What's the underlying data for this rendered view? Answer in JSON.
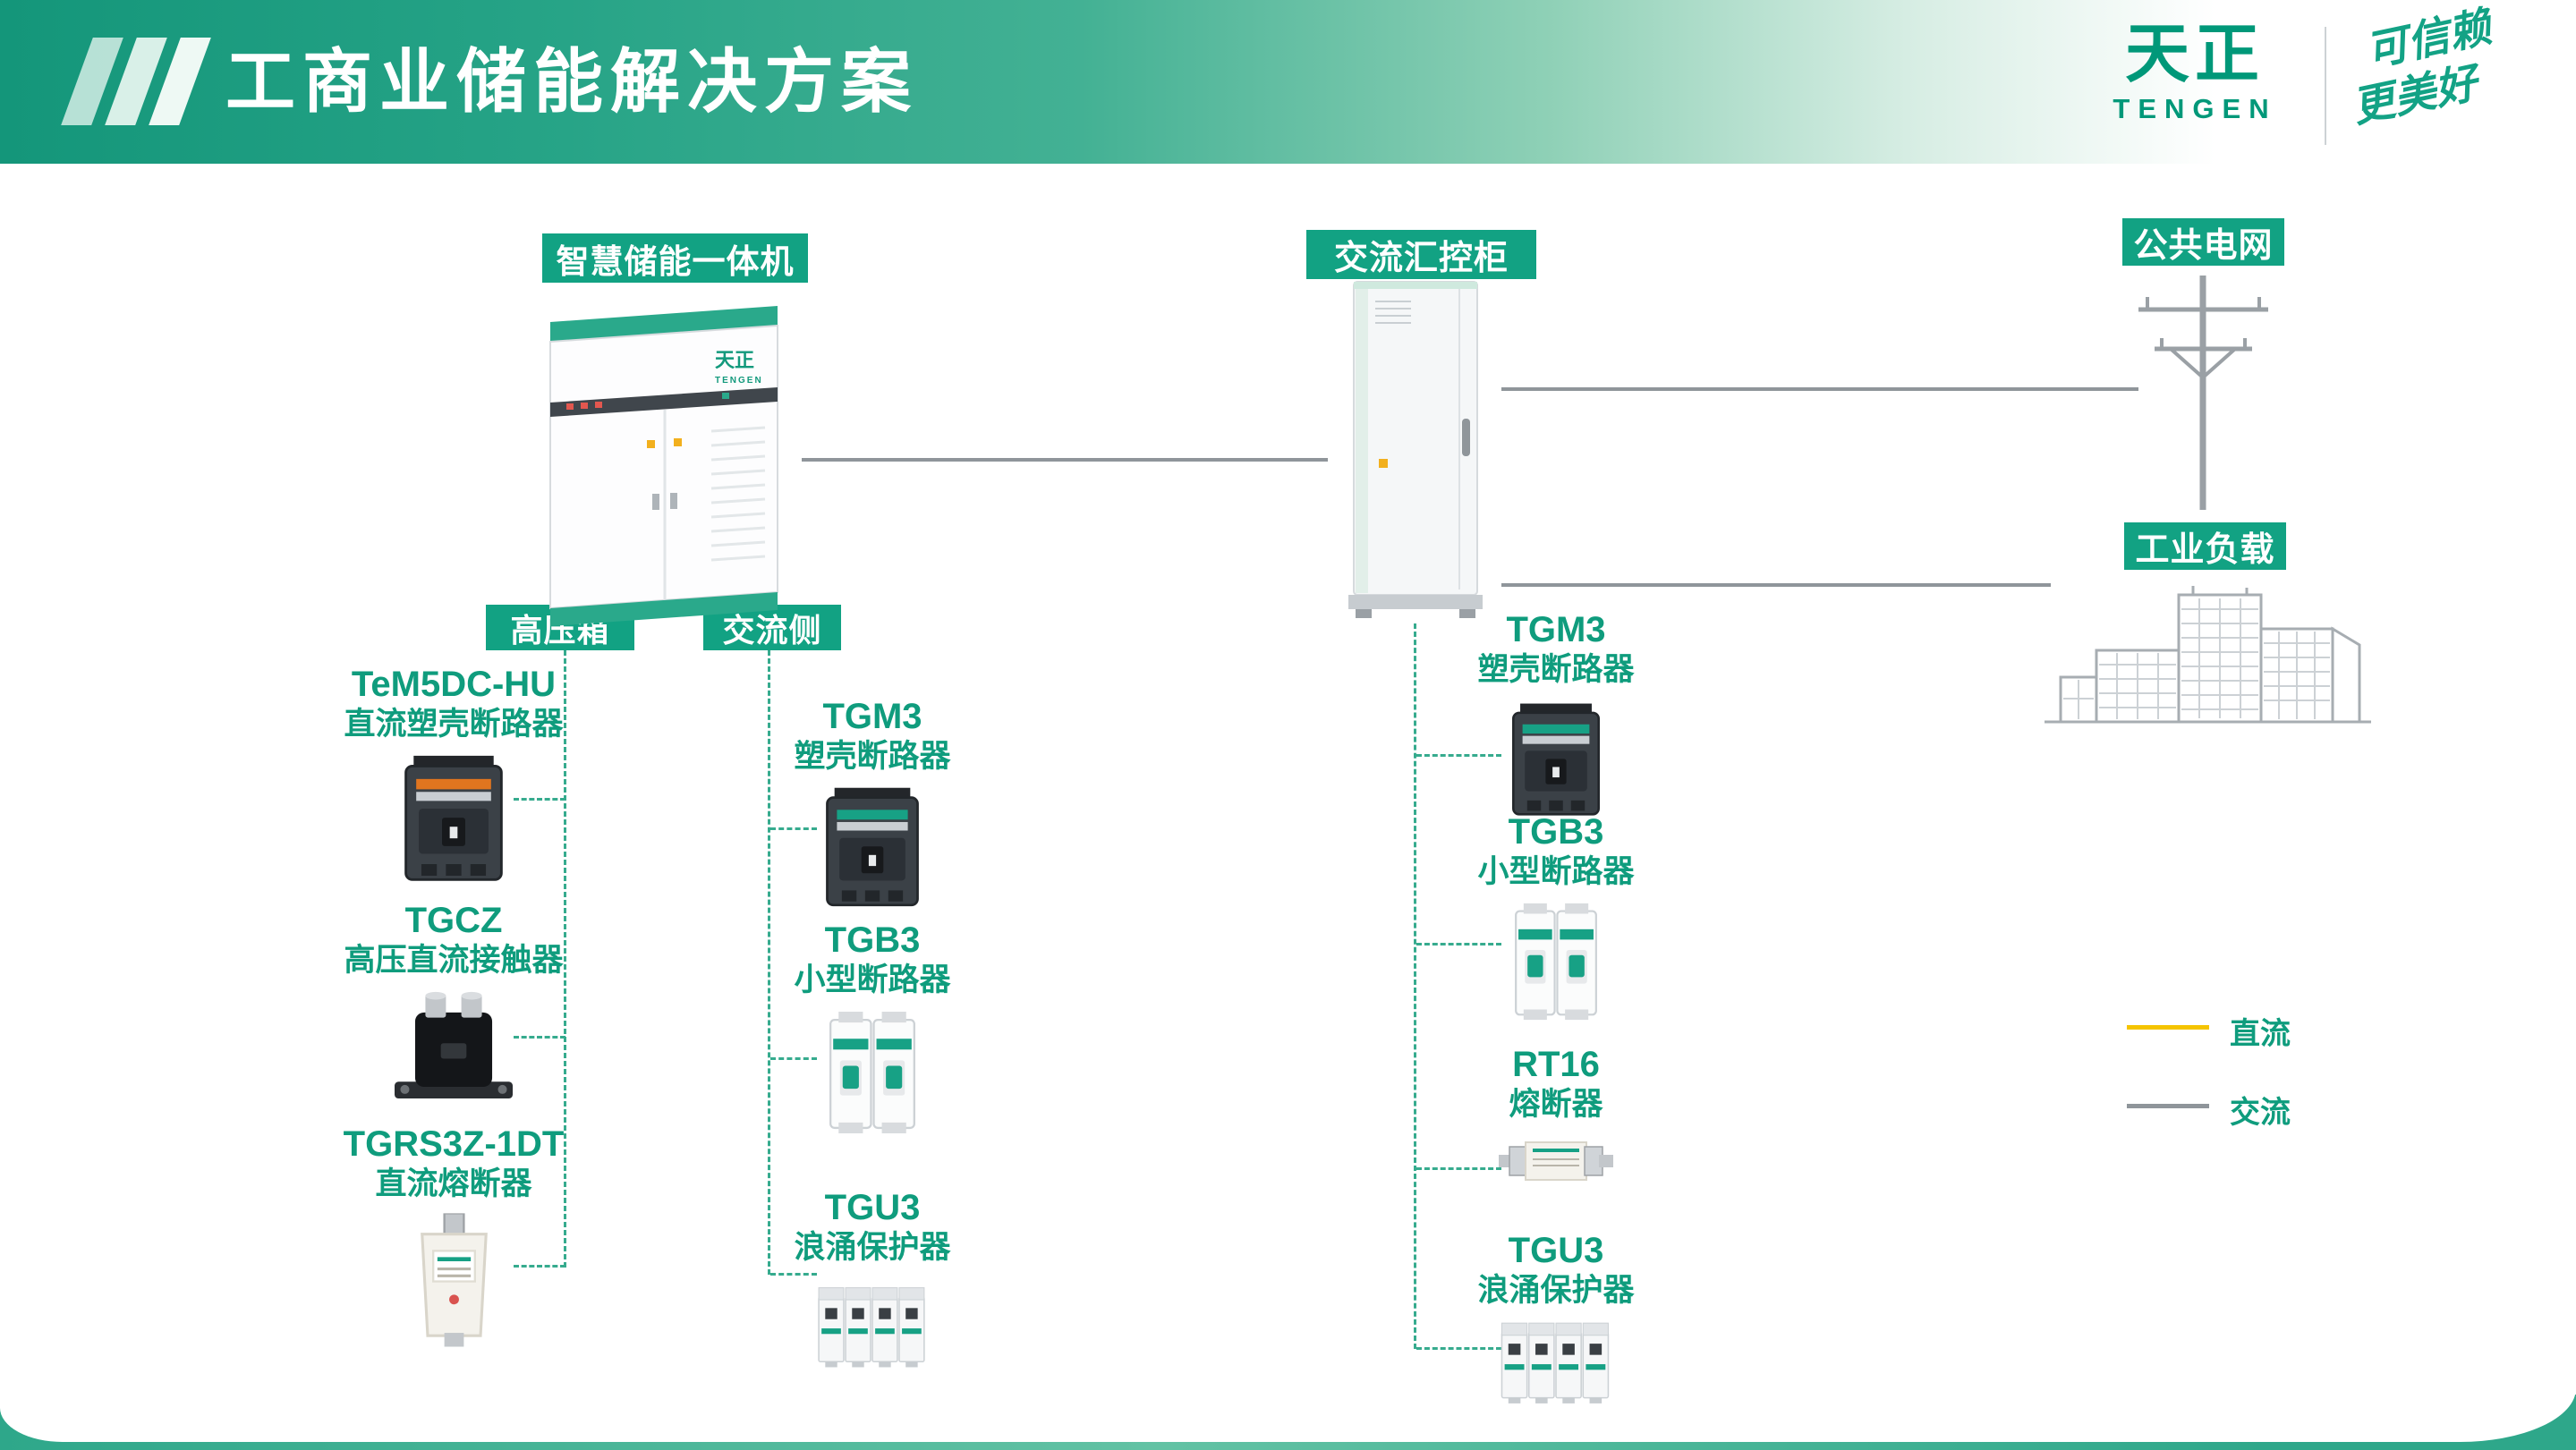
{
  "header": {
    "title": "工商业储能解决方案"
  },
  "brand": {
    "name": "天正",
    "subname": "TENGEN",
    "slogan_line1": "可信赖",
    "slogan_line2": "更美好"
  },
  "nodes": {
    "storage": "智慧储能一体机",
    "ac_cabinet": "交流汇控柜",
    "grid": "公共电网",
    "load": "工业负载",
    "hv_box": "高压箱",
    "ac_side": "交流侧"
  },
  "cabinet_brand": "天正",
  "cabinet_brand_sub": "TENGEN",
  "products": {
    "hv_box": [
      {
        "model": "TeM5DC-HU",
        "name": "直流塑壳断路器"
      },
      {
        "model": "TGCZ",
        "name": "高压直流接触器"
      },
      {
        "model": "TGRS3Z-1DT",
        "name": "直流熔断器"
      }
    ],
    "ac_side": [
      {
        "model": "TGM3",
        "name": "塑壳断路器"
      },
      {
        "model": "TGB3",
        "name": "小型断路器"
      },
      {
        "model": "TGU3",
        "name": "浪涌保护器"
      }
    ],
    "ac_cabinet": [
      {
        "model": "TGM3",
        "name": "塑壳断路器"
      },
      {
        "model": "TGB3",
        "name": "小型断路器"
      },
      {
        "model": "RT16",
        "name": "熔断器"
      },
      {
        "model": "TGU3",
        "name": "浪涌保护器"
      }
    ]
  },
  "legend": [
    {
      "label": "直流",
      "color": "#F5C400"
    },
    {
      "label": "交流",
      "color": "#8F959A"
    }
  ],
  "colors": {
    "accent_teal": "#12A283",
    "line_gray": "#8F959A",
    "dc_yellow": "#F5C400"
  }
}
